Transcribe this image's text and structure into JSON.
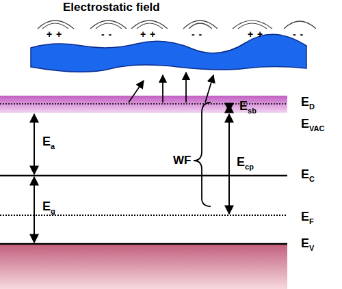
{
  "diagram": {
    "labels": [
      "Electrostatic field",
      "+ +",
      "- -",
      "+ +",
      "- -",
      "+ +",
      "- -",
      "ED",
      "Esb",
      "EVAC",
      "Ea",
      "WF",
      "Ecp",
      "EC",
      "Eg",
      "EF",
      "EV"
    ]
  }
}
